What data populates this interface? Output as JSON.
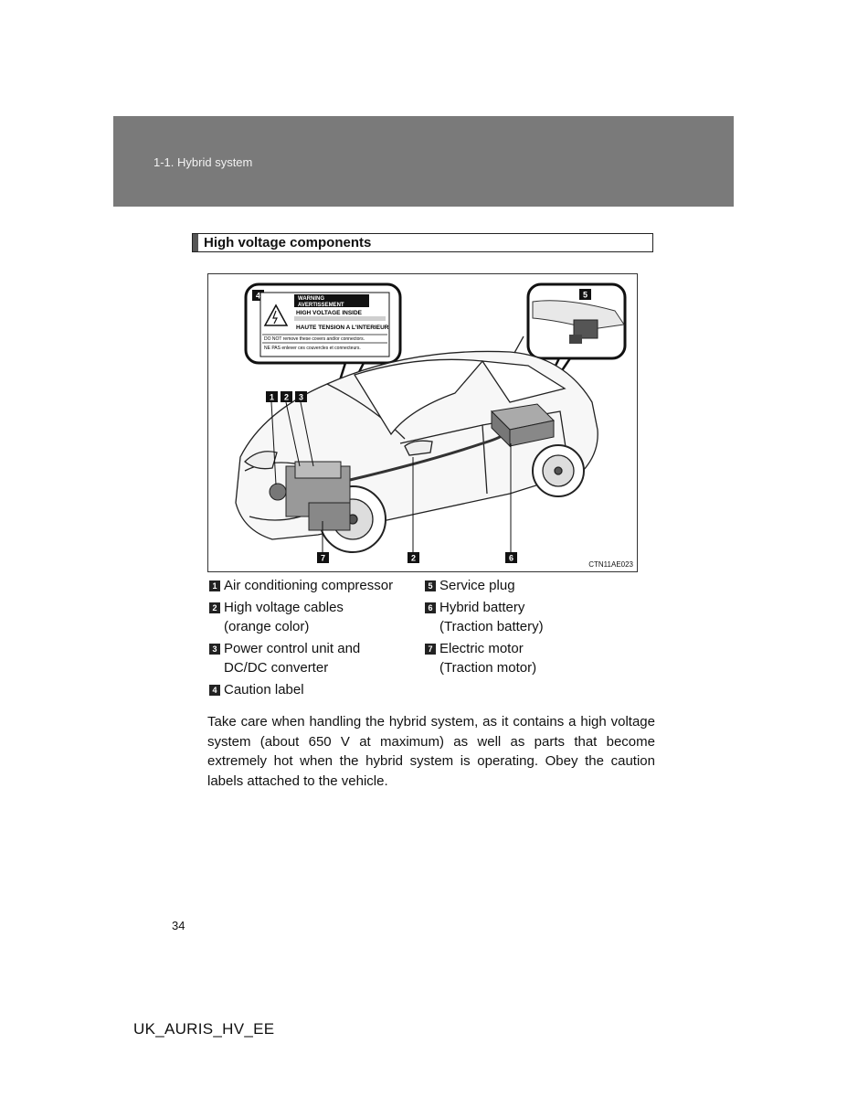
{
  "header": {
    "breadcrumb": "1-1. Hybrid system"
  },
  "section": {
    "title": "High voltage components"
  },
  "figure": {
    "code": "CTN11AE023",
    "caution_label": {
      "number": "4",
      "warning": "WARNING",
      "avertissement": "AVERTISSEMENT",
      "high_voltage": "HIGH VOLTAGE INSIDE",
      "haute_tension": "HAUTE TENSION A L'INTERIEUR",
      "do_not_remove": "DO NOT remove these covers and/or connectors.",
      "ne_pas": "NE PAS enlever ces couvercles et connecteurs."
    },
    "callouts": [
      "1",
      "2",
      "3",
      "5",
      "7",
      "2",
      "6"
    ]
  },
  "legend": {
    "left": [
      {
        "num": "1",
        "lines": [
          "Air conditioning compressor"
        ]
      },
      {
        "num": "2",
        "lines": [
          "High voltage cables",
          "(orange color)"
        ]
      },
      {
        "num": "3",
        "lines": [
          "Power control unit and",
          "DC/DC converter"
        ]
      },
      {
        "num": "4",
        "lines": [
          "Caution label"
        ]
      }
    ],
    "right": [
      {
        "num": "5",
        "lines": [
          "Service plug"
        ]
      },
      {
        "num": "6",
        "lines": [
          "Hybrid battery",
          "(Traction battery)"
        ]
      },
      {
        "num": "7",
        "lines": [
          "Electric motor",
          "(Traction motor)"
        ]
      }
    ]
  },
  "body_text": "Take care when handling the hybrid system, as it contains a high voltage system (about 650 V at maximum) as well as parts that become extremely hot when the hybrid system is operating. Obey the caution labels attached to the vehicle.",
  "page_number": "34",
  "doc_code": "UK_AURIS_HV_EE"
}
